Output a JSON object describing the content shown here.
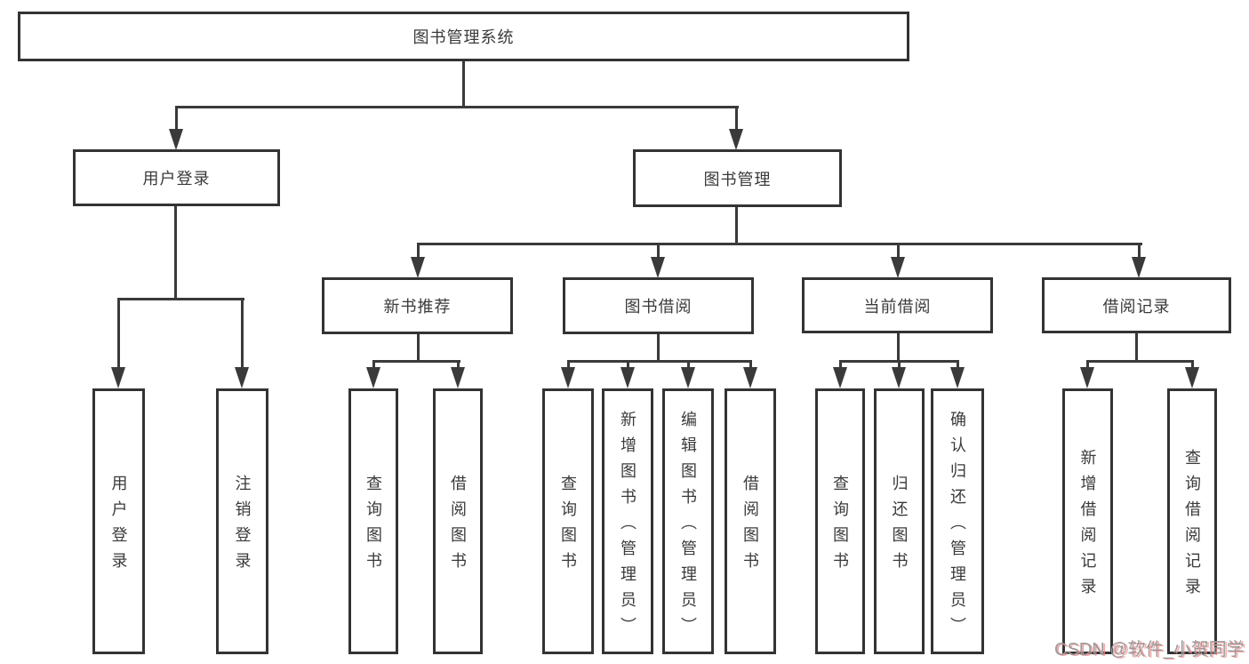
{
  "diagram_title": "图书管理系统",
  "root": {
    "label": "图书管理系统"
  },
  "level2": [
    {
      "label": "用户登录"
    },
    {
      "label": "图书管理"
    }
  ],
  "level3": [
    {
      "label": "新书推荐"
    },
    {
      "label": "图书借阅"
    },
    {
      "label": "当前借阅"
    },
    {
      "label": "借阅记录"
    }
  ],
  "leaves": {
    "user_login": [
      {
        "label": "用户登录"
      },
      {
        "label": "注销登录"
      }
    ],
    "new_book": [
      {
        "label": "查询图书"
      },
      {
        "label": "借阅图书"
      }
    ],
    "book_borrow": [
      {
        "label": "查询图书"
      },
      {
        "label": "新增图书（管理员）"
      },
      {
        "label": "编辑图书（管理员）"
      },
      {
        "label": "借阅图书"
      }
    ],
    "current_borrow": [
      {
        "label": "查询图书"
      },
      {
        "label": "归还图书"
      },
      {
        "label": "确认归还（管理员）"
      }
    ],
    "borrow_records": [
      {
        "label": "新增借阅记录"
      },
      {
        "label": "查询借阅记录"
      }
    ]
  },
  "watermark": {
    "text": "CSDN @软件_小贺同学"
  },
  "colors": {
    "line": "#3a3a3a",
    "border": "#333333",
    "text": "#3a3a3a",
    "background": "#ffffff",
    "watermark_text": "#9b9b9b",
    "watermark_shadow": "#f38b8b"
  }
}
